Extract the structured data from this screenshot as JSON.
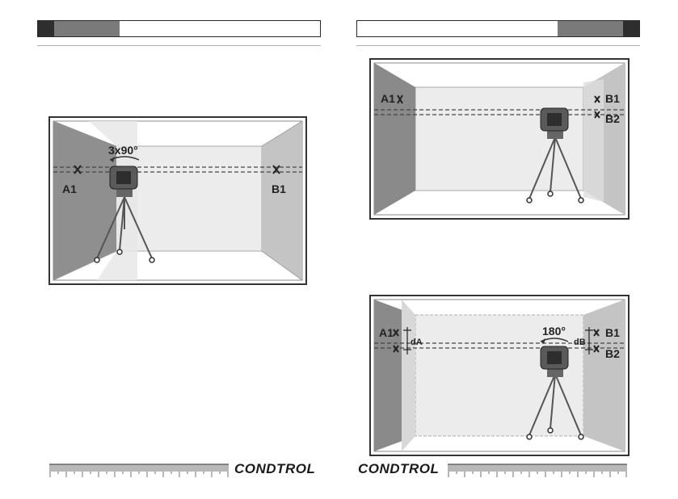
{
  "brand": "CONDTROL",
  "figures": {
    "left": {
      "rotation_label": "3x90°",
      "mark_a": "A1",
      "mark_b": "B1"
    },
    "right_top": {
      "mark_a": "A1",
      "mark_b1": "B1",
      "mark_b2": "B2"
    },
    "right_bottom": {
      "rotation_label": "180°",
      "mark_a": "A1",
      "mark_b1": "B1",
      "mark_b2": "B2",
      "delta_a": "dA",
      "delta_b": "dB"
    }
  },
  "colors": {
    "dark": "#2e2e2e",
    "mid": "#7a7a7a",
    "wall_dark": "#8a8a8a",
    "wall_light": "#d4d4d4"
  }
}
